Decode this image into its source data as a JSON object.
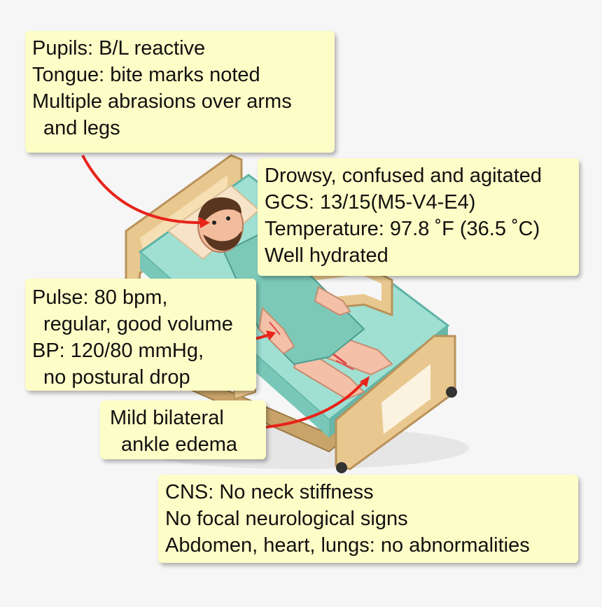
{
  "colors": {
    "background": "#f6f6f6",
    "callout_fill": "#fdfdc7",
    "arrow": "#e8231a",
    "bed_wood": "#e9c88f",
    "mattress": "#9fe0d3",
    "gown": "#7cc9b8"
  },
  "callouts": {
    "pupils": {
      "lines": [
        "Pupils: B/L reactive",
        "Tongue: bite marks noted",
        "Multiple abrasions over arms",
        "and legs"
      ]
    },
    "mental": {
      "lines": [
        "Drowsy, confused and agitated",
        "GCS: 13/15(M5-V4-E4)",
        "Temperature: 97.8 ˚F (36.5 ˚C)",
        "Well hydrated"
      ]
    },
    "pulse": {
      "lines": [
        "Pulse: 80 bpm,",
        "regular, good volume",
        "BP: 120/80 mmHg,",
        "no postural drop"
      ]
    },
    "ankle": {
      "lines": [
        "Mild bilateral",
        "ankle edema"
      ]
    },
    "cns": {
      "lines": [
        "CNS: No neck stiffness",
        "No focal neurological signs",
        "Abdomen, heart, lungs: no abnormalities"
      ]
    }
  },
  "illustration": {
    "subject": "patient-in-hospital-bed",
    "icons": [
      "bed-icon",
      "patient-icon",
      "arrow-icon"
    ]
  }
}
